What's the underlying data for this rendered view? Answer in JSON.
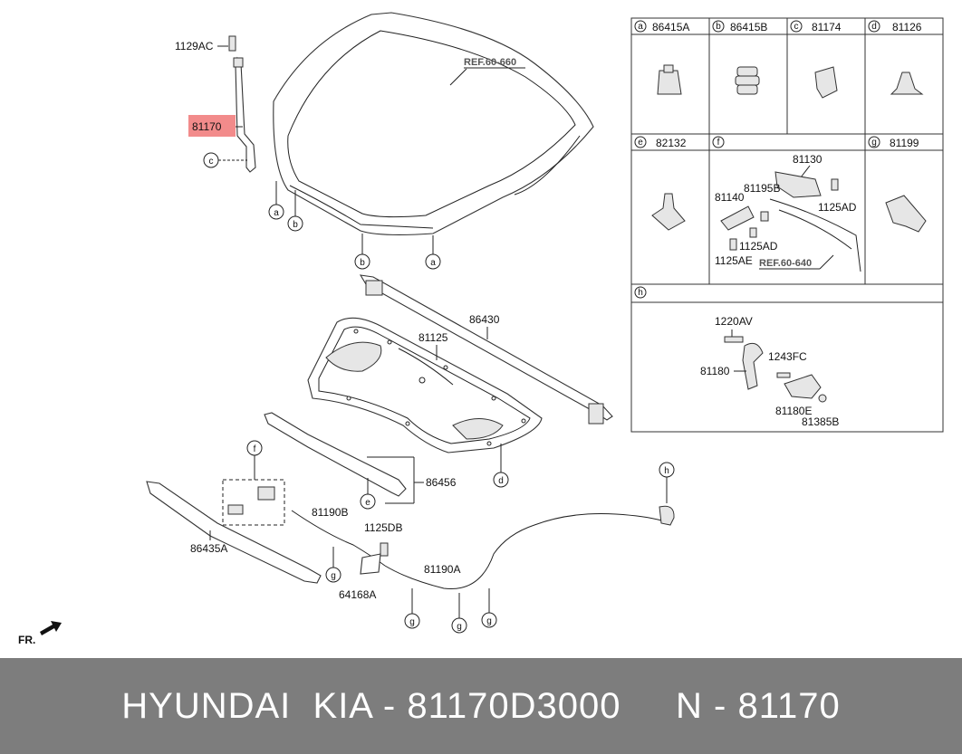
{
  "title_bar": {
    "text": "HYUNDAI  KIA - 81170D3000     N - 81170"
  },
  "highlight_color": "#f28b8b",
  "labels": {
    "strut_bolt": "1129AC",
    "strut": "81170",
    "ref_hood": "REF.60-660",
    "pad": "86430",
    "insulator": "81125",
    "seal_front": "86456",
    "seal_lower": "86435A",
    "cable_front": "81190B",
    "bolt_bracket": "1125DB",
    "bracket": "64168A",
    "cable_main": "81190A",
    "fr": "FR."
  },
  "callouts": {
    "a": "a",
    "b": "b",
    "c": "c",
    "d": "d",
    "e": "e",
    "f": "f",
    "g": "g",
    "h": "h"
  },
  "legend": {
    "a": "86415A",
    "b": "86415B",
    "c": "81174",
    "d": "81126",
    "e": "82132",
    "f": "",
    "g": "81199",
    "h": ""
  },
  "detail_f": {
    "latch": "81130",
    "bolt_top": "1125AD",
    "part_b": "81195B",
    "part_140": "81140",
    "bolt_mid": "1125AD",
    "bolt_low": "1125AE",
    "ref": "REF.60-640"
  },
  "detail_h": {
    "bolt": "1220AV",
    "handle": "81180",
    "screw": "1243FC",
    "lever": "81180E",
    "nut": "81385B"
  }
}
